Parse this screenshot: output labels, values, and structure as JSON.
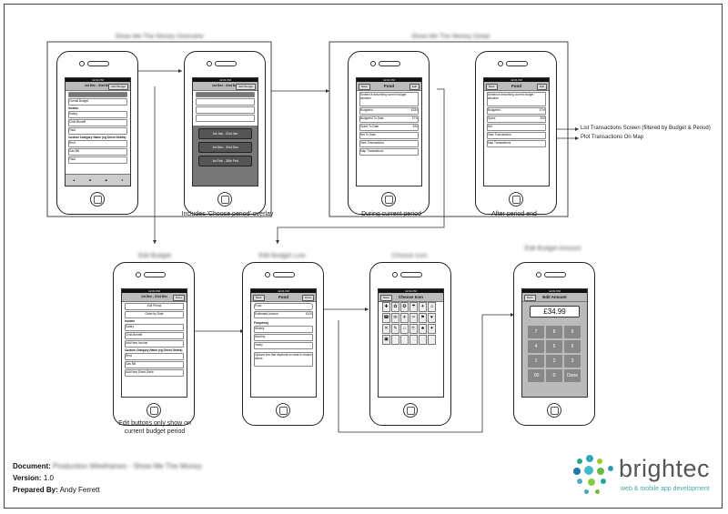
{
  "sections": {
    "overview_title": "Show Me The Money Overview",
    "detail_title": "Show Me The Money Detail",
    "edit_budget_title": "Edit Budget",
    "edit_budget_line_title": "Edit Budget Line",
    "choose_icon_title": "Choose Icon",
    "edit_budget_amount_title": "Edit Budget Amount"
  },
  "notes": {
    "overlay": "Includes 'Choose period' overlay",
    "during": "During current period",
    "after": "After period end",
    "edit_buttons_1": "Edit buttons only show on",
    "edit_buttons_2": "current budget period",
    "list_transactions": "List Transactions Screen (filtered by Budget & Period)",
    "plot_transactions": "Plot Transactions On Map"
  },
  "screens": {
    "overview": {
      "period": "1st Dec - 31st Dec",
      "edit": "Edit Budget",
      "overall": "Overall Budget",
      "income": "Income",
      "salary": "Salary",
      "child": "Child Benefit",
      "total": "Total",
      "custom": "Custom Category Name (eg Direct Debits)",
      "rent": "Rent",
      "gas": "Gas Bill"
    },
    "period_overlay": {
      "opt1": "1st Jan - 31st Jan",
      "opt2": "1st Dec - 31st Dec",
      "opt3": "1st Feb - 28th Feb"
    },
    "food": {
      "back": "Back",
      "title": "Food",
      "edit": "Edit",
      "desc": "Sentence describing current budget situation",
      "budgeted": "Budgeted",
      "budget_val": "£250",
      "budgeted_to_date": "Budgeted To Date",
      "spent_to_date": "Spent To Date",
      "net_to_date": "Net To Date",
      "view_tx": "View Transactions",
      "map_tx": "Map Transactions",
      "pct": "37%",
      "val2": "£90"
    },
    "food_after": {
      "back": "Back",
      "title": "Food",
      "edit": "Edit",
      "budgeted": "Budgeted",
      "spent": "Spent",
      "net": "Net",
      "view_tx": "View Transactions",
      "map_tx": "Map Transactions",
      "pct": "37%",
      "val2": "£90"
    },
    "edit_budget": {
      "period": "1st Dec - 31st Dec",
      "done": "Done",
      "edit_period": "Edit Period",
      "order": "Order by Date",
      "income": "Income",
      "salary": "Salary",
      "child": "Child Benefit",
      "add_income": "Add New Income",
      "custom": "Custom Category Name (eg Direct Debits)",
      "rent": "Rent",
      "gas": "Gas Bill",
      "add_dd": "Add New Direct Debit"
    },
    "edit_line": {
      "back": "Back",
      "title": "Food",
      "done": "Done",
      "name": "Food",
      "estimated": "Estimated Amount",
      "est_val": "£100",
      "frequency": "Frequency",
      "weekly": "Weekly",
      "monthly": "Monthly",
      "yearly": "Yearly",
      "options": "Options box that depends on what is chosen above"
    },
    "choose_icon": {
      "back": "Back",
      "title": "Choose Icon"
    },
    "edit_amount": {
      "back": "Back",
      "title": "Edit Amount",
      "amount": "£34.99",
      "k7": "7",
      "k8": "8",
      "k9": "9",
      "k4": "4",
      "k5": "5",
      "k6": "6",
      "k1": "1",
      "k2": "2",
      "k3": "3",
      "k00": ".00",
      "k0": "0",
      "done": "Done"
    }
  },
  "footer": {
    "doc_label": "Document:",
    "doc_value": "Production Wireframes - Show Me The Money",
    "ver_label": "Version:",
    "ver_value": "1.0",
    "prep_label": "Prepared By:",
    "prep_value": "Andy Ferrett"
  },
  "logo": {
    "name": "brightec",
    "tagline": "web & mobile app development"
  },
  "icons": [
    "wallet-icon",
    "bank-icon",
    "chart-icon",
    "settings-icon"
  ]
}
